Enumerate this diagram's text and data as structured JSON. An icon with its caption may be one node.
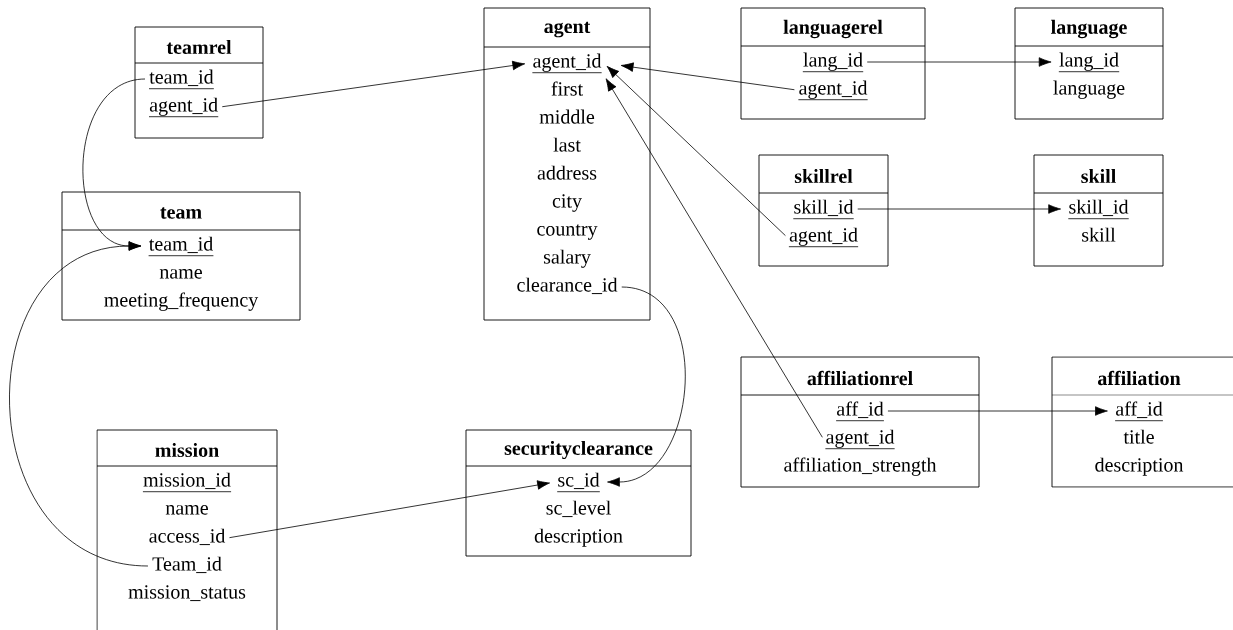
{
  "diagram": {
    "nodes": [
      {
        "text": [
          "teamrel"
        ]
      },
      {
        "text": [
          "team_id"
        ],
        "in": 0
      },
      {
        "text": [
          "agent_id"
        ],
        "in": 0
      },
      {
        "text": [
          "agent"
        ]
      },
      {
        "text": [
          "agent_id"
        ],
        "in": 3
      },
      {
        "text": [
          "first"
        ],
        "in": 3
      },
      {
        "text": [
          "middle"
        ],
        "in": 3
      },
      {
        "text": [
          "last"
        ],
        "in": 3
      },
      {
        "text": [
          "address"
        ],
        "in": 3
      },
      {
        "text": [
          "city"
        ],
        "in": 3
      },
      {
        "text": [
          "country"
        ],
        "in": 3
      },
      {
        "text": [
          "salary"
        ],
        "in": 3
      },
      {
        "text": [
          "clearance_id"
        ],
        "in": 3
      },
      {
        "text": [
          "languagerel"
        ]
      },
      {
        "text": [
          "lang_id"
        ],
        "in": 13
      },
      {
        "text": [
          "agent_id"
        ],
        "in": 13
      },
      {
        "text": [
          "language"
        ]
      },
      {
        "text": [
          "lang_id"
        ],
        "in": 16
      },
      {
        "text": [
          "language"
        ],
        "in": 16
      },
      {
        "text": [
          "skillrel"
        ]
      },
      {
        "text": [
          "skill_id"
        ],
        "in": 19
      },
      {
        "text": [
          "agent_id"
        ],
        "in": 19
      },
      {
        "text": [
          "skill"
        ]
      },
      {
        "text": [
          "skill_id"
        ],
        "in": 22
      },
      {
        "text": [
          "skill"
        ],
        "in": 22
      },
      {
        "text": [
          "team"
        ]
      },
      {
        "text": [
          "team_id"
        ],
        "in": 25
      },
      {
        "text": [
          "name"
        ],
        "in": 25
      },
      {
        "text": [
          "meeting_frequency"
        ],
        "in": 25
      },
      {
        "text": [
          "affiliationrel"
        ]
      },
      {
        "text": [
          "aff_id"
        ],
        "in": 29
      },
      {
        "text": [
          "agent_id"
        ],
        "in": 29
      },
      {
        "text": [
          "affiliation_strength"
        ],
        "in": 29
      },
      {
        "text": [
          "affiliation"
        ]
      },
      {
        "text": [
          "aff_id"
        ],
        "in": 33
      },
      {
        "text": [
          "title"
        ],
        "in": 33
      },
      {
        "text": [
          "description"
        ],
        "in": 33
      },
      {
        "text": [
          "mission"
        ]
      },
      {
        "text": [
          "mission_id"
        ],
        "in": 37
      },
      {
        "text": [
          "name"
        ],
        "in": 37
      },
      {
        "text": [
          "access_id"
        ],
        "in": 37
      },
      {
        "text": [
          "Team_id"
        ],
        "in": 37
      },
      {
        "text": [
          "mission_status"
        ],
        "in": 37
      },
      {
        "text": [
          "securityclearance"
        ]
      },
      {
        "text": [
          "sc_id"
        ],
        "in": 43
      },
      {
        "text": [
          "sc_level"
        ],
        "in": 43
      },
      {
        "text": [
          "description"
        ],
        "in": 43
      }
    ],
    "edges": [
      {
        "from": 1,
        "to": 26,
        "arrow": "to"
      },
      {
        "from": 2,
        "to": 4,
        "arrow": "to"
      },
      {
        "from": 15,
        "to": 4,
        "arrow": "to"
      },
      {
        "from": 14,
        "to": 17,
        "arrow": "to"
      },
      {
        "from": 21,
        "to": 4,
        "arrow": "to"
      },
      {
        "from": 20,
        "to": 23,
        "arrow": "to"
      },
      {
        "from": 31,
        "to": 4,
        "arrow": "to"
      },
      {
        "from": 30,
        "to": 34,
        "arrow": "to"
      },
      {
        "from": 12,
        "to": 44,
        "arrow": "to"
      },
      {
        "from": 40,
        "to": 44,
        "arrow": "to"
      },
      {
        "from": 41,
        "to": 26,
        "arrow": "to"
      }
    ]
  }
}
